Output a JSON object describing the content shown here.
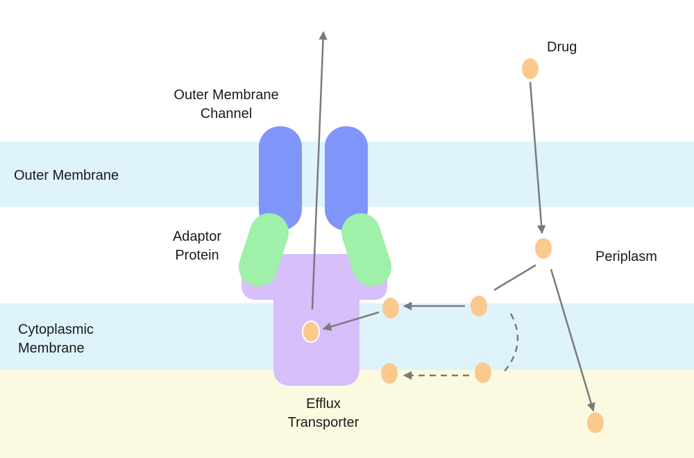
{
  "colors": {
    "outer_membrane_band": "#dff3fb",
    "cytoplasmic_band": "#dff3fb",
    "cytoplasm_band": "#fbfae0",
    "channel": "#7f95fa",
    "adaptor": "#9ff0a8",
    "transporter": "#d6bffb",
    "drug": "#fbc98e",
    "arrow": "#7a7a7a"
  },
  "labels": {
    "outer_membrane": "Outer Membrane",
    "cytoplasmic_membrane_line1": "Cytoplasmic",
    "cytoplasmic_membrane_line2": "Membrane",
    "outer_membrane_channel_line1": "Outer Membrane",
    "outer_membrane_channel_line2": "Channel",
    "adaptor_protein_line1": "Adaptor",
    "adaptor_protein_line2": "Protein",
    "efflux_transporter_line1": "Efflux",
    "efflux_transporter_line2": "Transporter",
    "drug": "Drug",
    "periplasm": "Periplasm"
  }
}
